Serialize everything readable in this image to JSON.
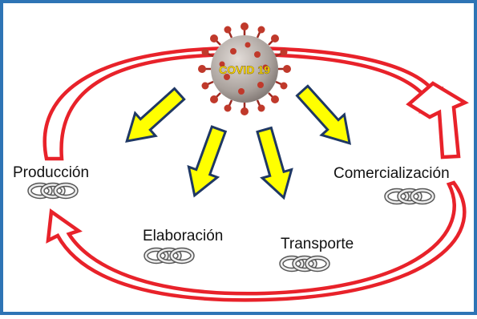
{
  "diagram": {
    "virus_label": "COVID 19",
    "stages": [
      {
        "id": "produccion",
        "label": "Producción"
      },
      {
        "id": "elaboracion",
        "label": "Elaboración"
      },
      {
        "id": "transporte",
        "label": "Transporte"
      },
      {
        "id": "comercializacion",
        "label": "Comercialización"
      }
    ],
    "icons": {
      "virus": "coronavirus-icon",
      "chain": "chain-link-icon",
      "impact_arrow": "yellow-arrow-icon",
      "cycle_arrow": "red-cycle-arrow-icon"
    },
    "colors": {
      "frame_border": "#2e74b5",
      "cycle_arrow_stroke": "#e8222a",
      "impact_arrow_fill": "#ffff00",
      "impact_arrow_border": "#1f3864",
      "virus_label": "#ffe000",
      "virus_body": "#b8b0ac",
      "virus_spikes": "#c0392b"
    }
  }
}
